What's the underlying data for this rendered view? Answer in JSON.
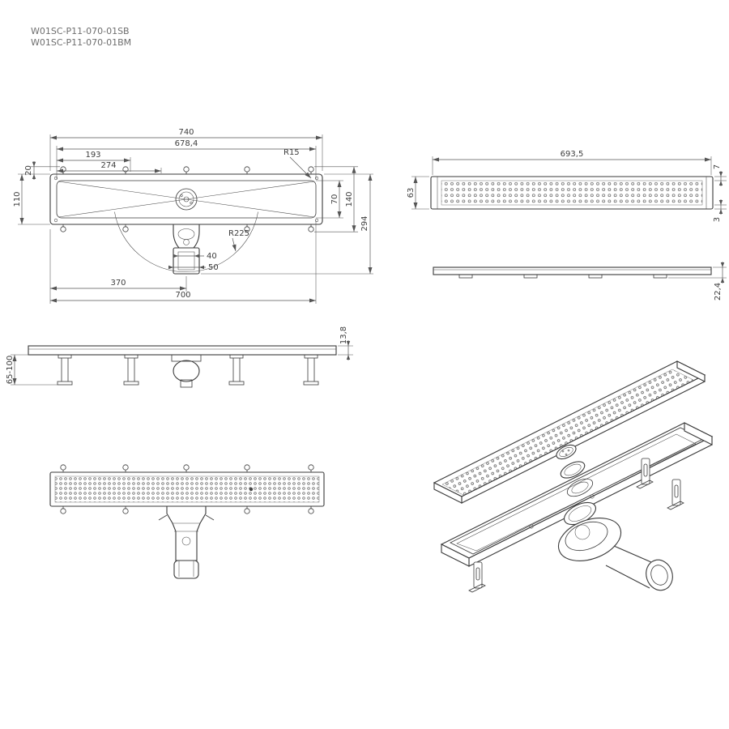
{
  "part_numbers": {
    "line1": "W01SC-P11-070-01SB",
    "line2": "W01SC-P11-070-01BM"
  },
  "colors": {
    "line": "#3a3a3a",
    "dim": "#555555",
    "text": "#3d3d3d",
    "muted_text": "#6e6e6e",
    "background": "#ffffff"
  },
  "plan_view": {
    "dims": {
      "total_length": "740",
      "grate_length": "678,4",
      "spacing_a": "193",
      "spacing_b": "274",
      "corner_radius": "R15",
      "edge_offset": "20",
      "body_width": "110",
      "inner_width": "70",
      "flange_width": "140",
      "overall_depth": "294",
      "swivel_radius": "R225",
      "outlet_inner_width": "40",
      "outlet_outer_width": "50",
      "outlet_center": "370",
      "body_length": "700"
    }
  },
  "grate_plan_view": {
    "dims": {
      "length": "693,5",
      "width": "63",
      "margin_top": "7",
      "margin_bottom": "3"
    }
  },
  "grate_side_view": {
    "dims": {
      "profile_height": "22,4"
    }
  },
  "side_elevation_view": {
    "dims": {
      "frame_height": "13,8",
      "foot_height_range": "65-100"
    }
  }
}
